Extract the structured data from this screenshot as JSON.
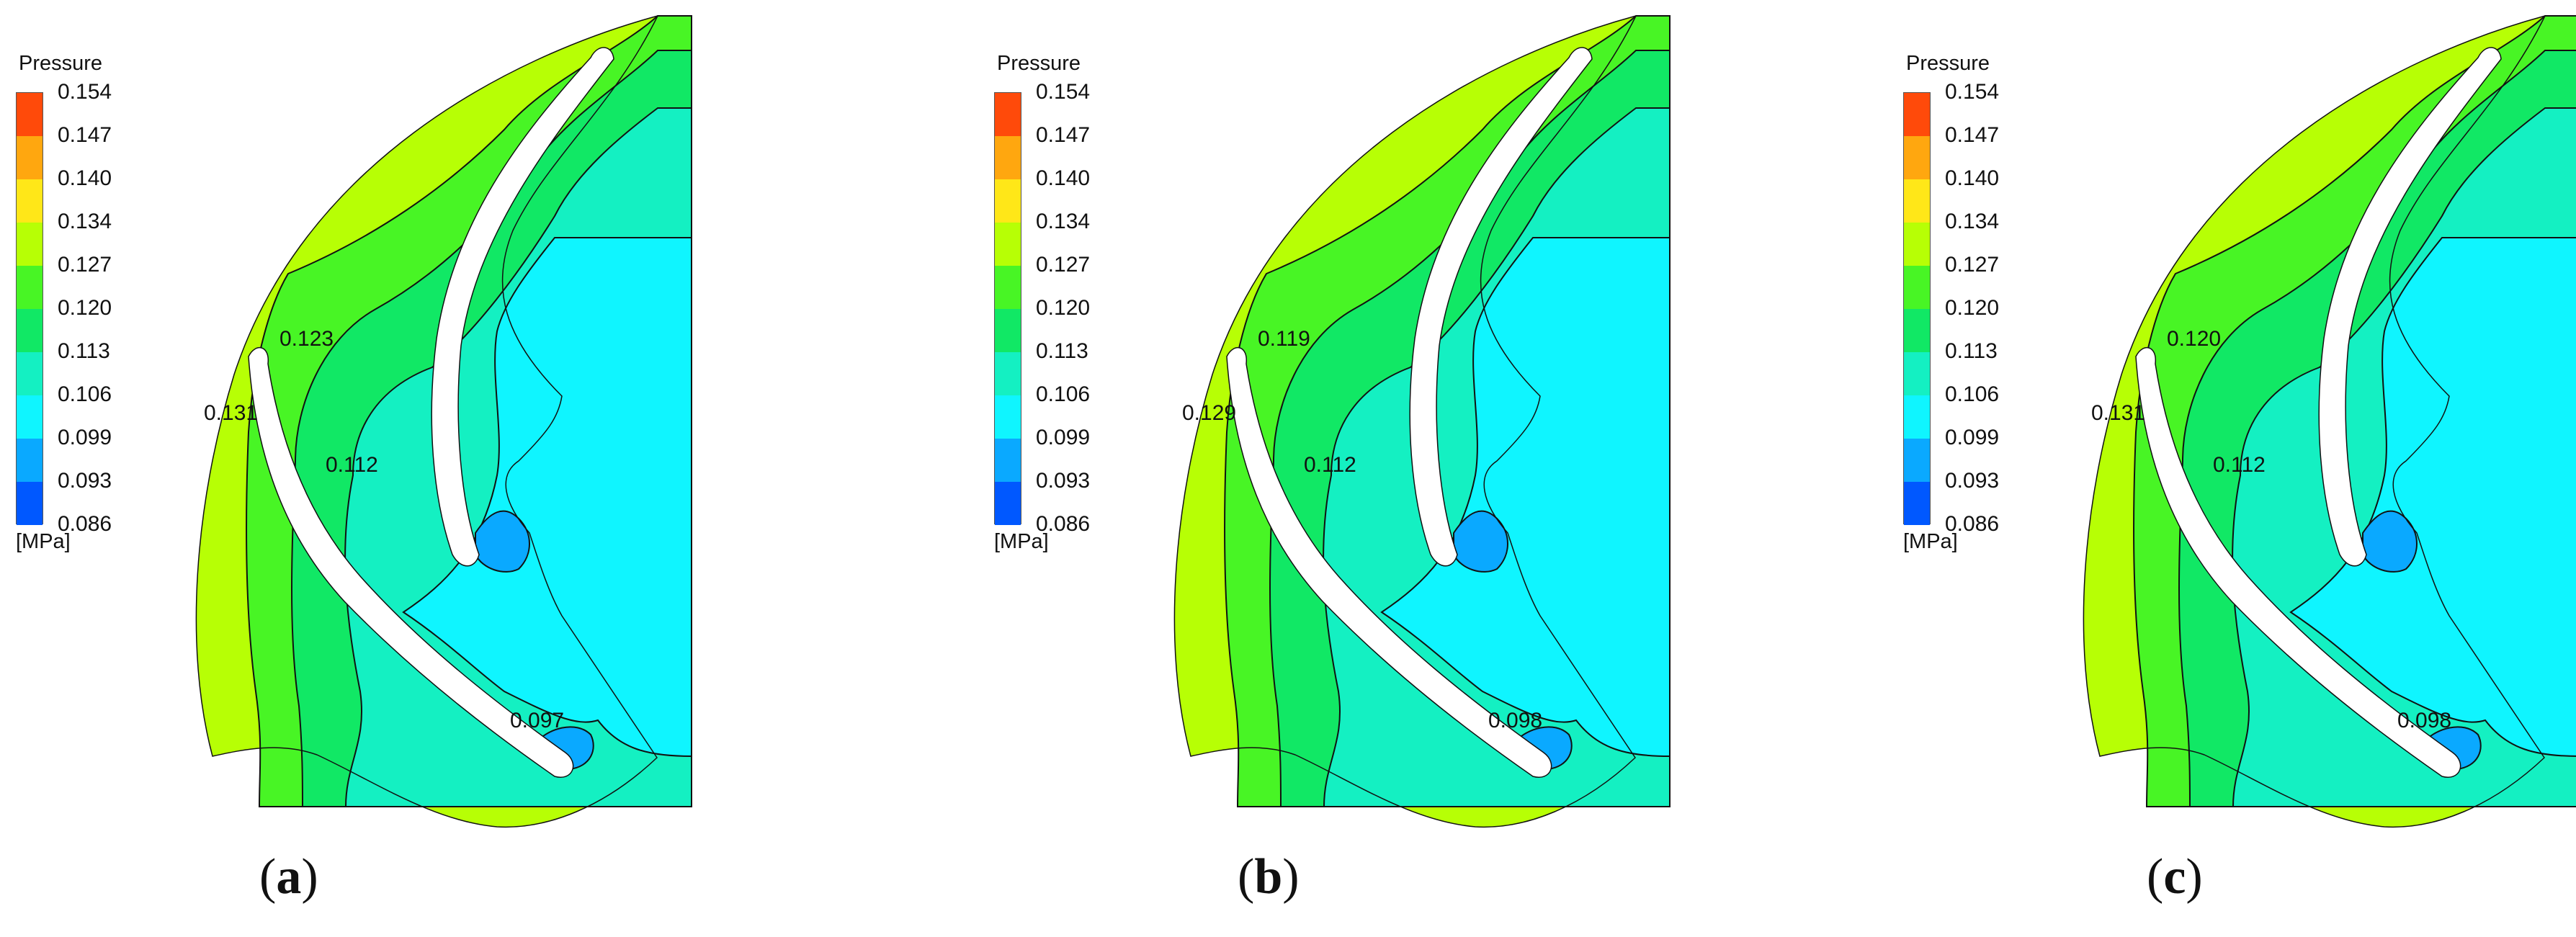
{
  "legend": {
    "title": "Pressure",
    "unit": "[MPa]",
    "ticks": [
      "0.154",
      "0.147",
      "0.140",
      "0.134",
      "0.127",
      "0.120",
      "0.113",
      "0.106",
      "0.099",
      "0.093",
      "0.086"
    ],
    "colors": [
      "#ff4a0a",
      "#ffa70f",
      "#ffe718",
      "#b7ff05",
      "#48f525",
      "#11e865",
      "#14f0c2",
      "#0ff5ff",
      "#0aa9ff",
      "#0058ff"
    ]
  },
  "panels": [
    {
      "caption_letter": "a",
      "labels": {
        "upper": "0.123",
        "left": "0.131",
        "mid": "0.112",
        "low": "0.097"
      }
    },
    {
      "caption_letter": "b",
      "labels": {
        "upper": "0.119",
        "left": "0.129",
        "mid": "0.112",
        "low": "0.098"
      }
    },
    {
      "caption_letter": "c",
      "labels": {
        "upper": "0.120",
        "left": "0.131",
        "mid": "0.112",
        "low": "0.098"
      }
    }
  ]
}
